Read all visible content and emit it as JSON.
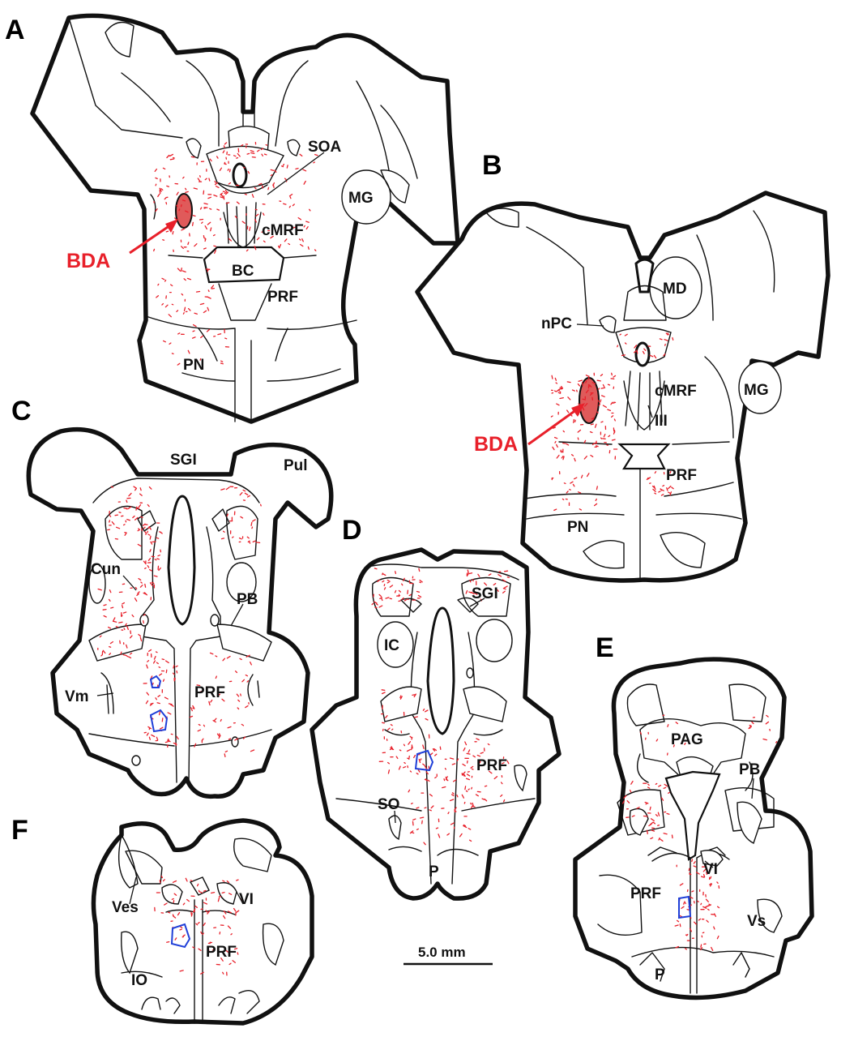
{
  "panels": {
    "A": {
      "letter": "A",
      "labels": {
        "soa": "SOA",
        "mg": "MG",
        "cmrf": "cMRF",
        "bda": "BDA",
        "bc": "BC",
        "prf": "PRF",
        "pn": "PN"
      }
    },
    "B": {
      "letter": "B",
      "labels": {
        "md": "MD",
        "npc": "nPC",
        "cmrf": "cMRF",
        "mg": "MG",
        "iii": "III",
        "bda": "BDA",
        "prf": "PRF",
        "pn": "PN"
      }
    },
    "C": {
      "letter": "C",
      "labels": {
        "sgi": "SGI",
        "pul": "Pul",
        "cun": "Cun",
        "pb": "PB",
        "vm": "Vm",
        "prf": "PRF"
      }
    },
    "D": {
      "letter": "D",
      "labels": {
        "sgi": "SGI",
        "ic": "IC",
        "prf": "PRF",
        "so": "SO",
        "p": "P"
      }
    },
    "E": {
      "letter": "E",
      "labels": {
        "pag": "PAG",
        "pb": "PB",
        "vi": "VI",
        "prf": "PRF",
        "vs": "Vs",
        "p": "P"
      }
    },
    "F": {
      "letter": "F",
      "labels": {
        "ves": "Ves",
        "vi": "VI",
        "prf": "PRF",
        "io": "IO"
      }
    }
  },
  "scale_bar": {
    "label": "5.0 mm"
  },
  "colors": {
    "labeling": "#e8202a",
    "injection_site": "#e05a5a",
    "retrograde_region": "#1f3fd8",
    "outline": "#111111"
  }
}
